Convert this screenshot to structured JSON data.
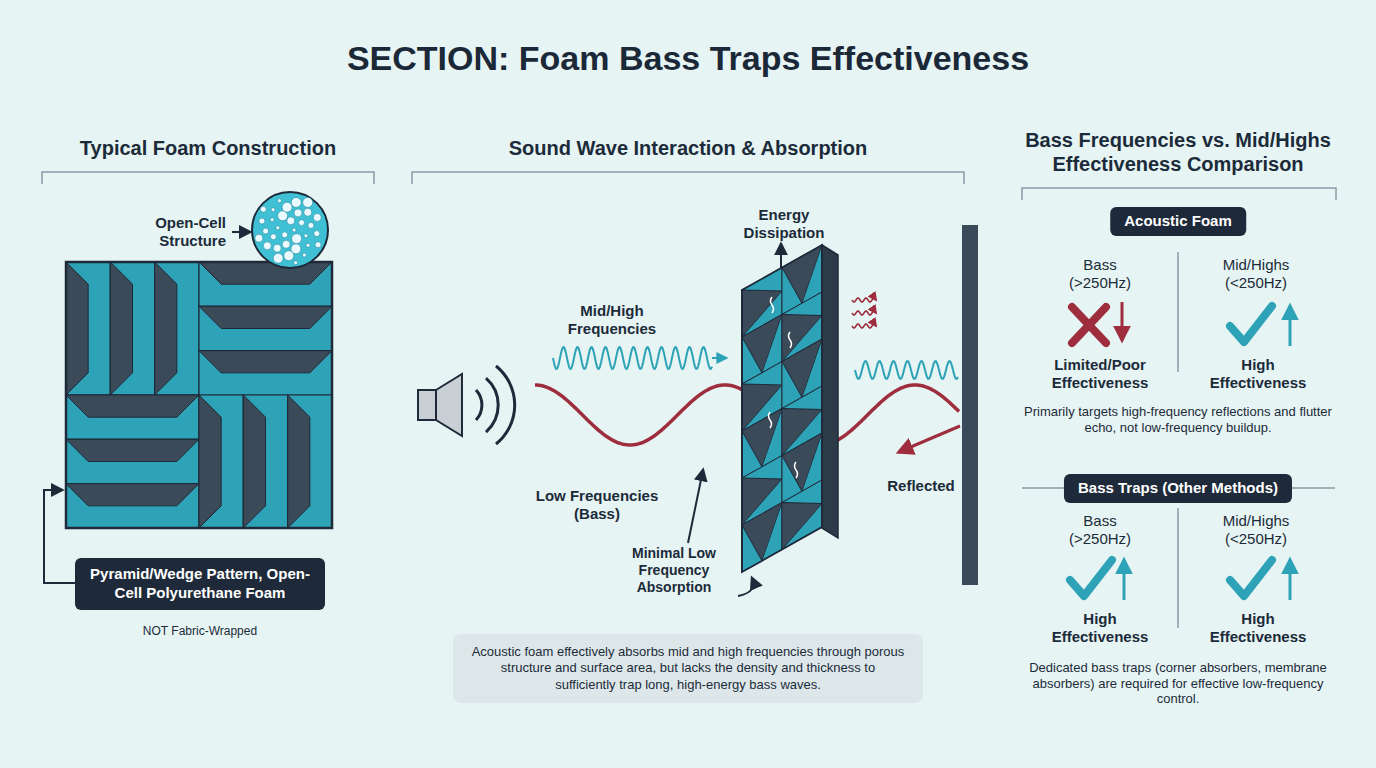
{
  "diagram": {
    "title": "SECTION: Foam Bass Traps Effectiveness",
    "nodes": [
      {
        "text": [
          "Pyramid/Wedge Pattern, Open-Cell Polyurethane Foam"
        ]
      },
      {
        "text": [
          "Acoustic foam effectively absorbs mid and high frequencies through porous structure and surface area, but lacks the density and thickness to sufficiently trap long, high-energy bass waves."
        ]
      },
      {
        "text": [
          "Acoustic Foam"
        ]
      },
      {
        "text": [
          "Bass Traps (Other Methods)"
        ]
      }
    ],
    "labels": [
      "Typical Foam Construction",
      "Open-Cell Structure",
      "NOT Fabric-Wrapped",
      "Sound Wave Interaction & Absorption",
      "Energy Dissipation",
      "Mid/High Frequencies",
      "Low Frequencies (Bass)",
      "Minimal Low Frequency Absorption",
      "Reflected",
      "Bass Frequencies vs. Mid/Highs Effectiveness Comparison",
      "Bass (>250Hz)",
      "Mid/Highs (<250Hz)",
      "Limited/Poor Effectiveness",
      "High Effectiveness",
      "Primarily targets high-frequency reflections and flutter echo, not low-frequency buildup.",
      "Bass (>250Hz)",
      "Mid/Highs (<250Hz)",
      "High Effectiveness",
      "High Effectiveness",
      "Dedicated bass traps (corner absorbers, membrane absorbers) are required for effective low-frequency control."
    ]
  }
}
